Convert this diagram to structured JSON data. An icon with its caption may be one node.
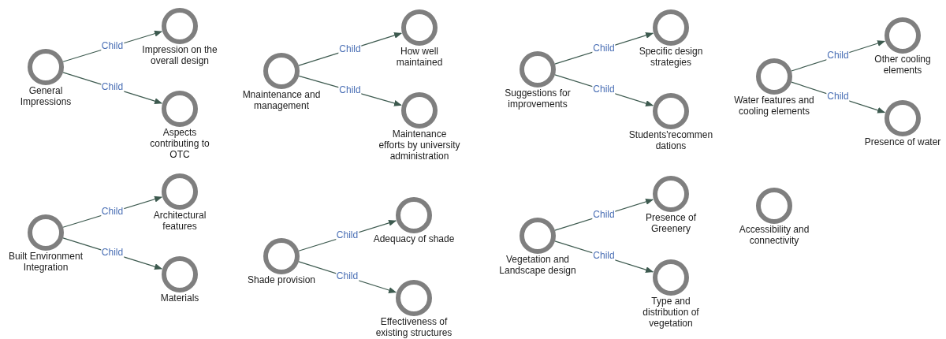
{
  "diagram": {
    "nodes": [
      {
        "text": [
          "General Impressions"
        ]
      },
      {
        "text": [
          "Impression on the overall design"
        ]
      },
      {
        "text": [
          "Aspects contributing to OTC"
        ]
      },
      {
        "text": [
          "Mnaintenance and management"
        ]
      },
      {
        "text": [
          "How well maintained"
        ]
      },
      {
        "text": [
          "Maintenance efforts by university administration"
        ]
      },
      {
        "text": [
          "Suggestions for improvements"
        ]
      },
      {
        "text": [
          "Specific design strategies"
        ]
      },
      {
        "text": [
          "Students'recommen dations"
        ]
      },
      {
        "text": [
          "Water features and cooling elements"
        ]
      },
      {
        "text": [
          "Other cooling elements"
        ]
      },
      {
        "text": [
          "Presence of water"
        ]
      },
      {
        "text": [
          "Built Environment Integration"
        ]
      },
      {
        "text": [
          "Architectural features"
        ]
      },
      {
        "text": [
          "Materials"
        ]
      },
      {
        "text": [
          "Shade provision"
        ]
      },
      {
        "text": [
          "Adequacy of shade"
        ]
      },
      {
        "text": [
          "Effectiveness of existing structures"
        ]
      },
      {
        "text": [
          "Vegetation and Landscape design"
        ]
      },
      {
        "text": [
          "Presence of Greenery"
        ]
      },
      {
        "text": [
          "Type and distribution of vegetation"
        ]
      },
      {
        "text": [
          "Accessibility and connectivity"
        ]
      }
    ],
    "edges": [
      {
        "from": 0,
        "to": 1,
        "arrow": "to",
        "label": "Child"
      },
      {
        "from": 0,
        "to": 2,
        "arrow": "to",
        "label": "Child"
      },
      {
        "from": 3,
        "to": 4,
        "arrow": "to",
        "label": "Child"
      },
      {
        "from": 3,
        "to": 5,
        "arrow": "to",
        "label": "Child"
      },
      {
        "from": 6,
        "to": 7,
        "arrow": "to",
        "label": "Child"
      },
      {
        "from": 6,
        "to": 8,
        "arrow": "to",
        "label": "Child"
      },
      {
        "from": 9,
        "to": 10,
        "arrow": "to",
        "label": "Child"
      },
      {
        "from": 9,
        "to": 11,
        "arrow": "to",
        "label": "Child"
      },
      {
        "from": 12,
        "to": 13,
        "arrow": "to",
        "label": "Child"
      },
      {
        "from": 12,
        "to": 14,
        "arrow": "to",
        "label": "Child"
      },
      {
        "from": 15,
        "to": 16,
        "arrow": "to",
        "label": "Child"
      },
      {
        "from": 15,
        "to": 17,
        "arrow": "to",
        "label": "Child"
      },
      {
        "from": 18,
        "to": 19,
        "arrow": "to",
        "label": "Child"
      },
      {
        "from": 18,
        "to": 20,
        "arrow": "to",
        "label": "Child"
      }
    ]
  }
}
